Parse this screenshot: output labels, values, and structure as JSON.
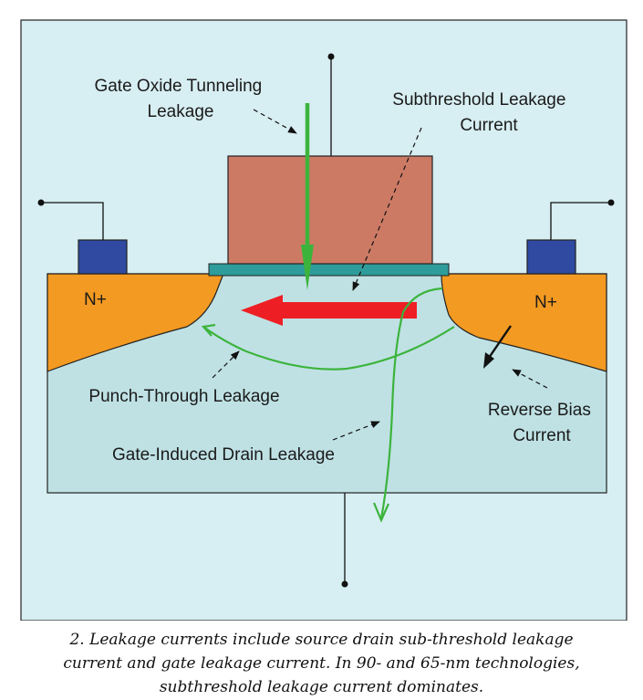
{
  "labels": {
    "gate_oxide": [
      "Gate Oxide Tunneling",
      "Leakage"
    ],
    "subthreshold": [
      "Subthreshold Leakage",
      "Current"
    ],
    "n_plus_left": "N+",
    "n_plus_right": "N+",
    "punch_through": "Punch-Through Leakage",
    "reverse_bias": [
      "Reverse Bias",
      "Current"
    ],
    "gidl": "Gate-Induced Drain Leakage"
  },
  "caption": [
    "2. Leakage currents include source drain sub-threshold leakage",
    "current and gate leakage current. In 90- and 65-nm technologies,",
    "subthreshold leakage current dominates."
  ],
  "colors": {
    "panel_bg": "#d7eef2",
    "substrate": "#bfe1e4",
    "gate": "#cd7a65",
    "oxide": "#2e9c9a",
    "contact": "#2f4aa0",
    "n_plus": "#f39a22",
    "green_arrow": "#3cb43c",
    "red_arrow": "#ee1f24"
  }
}
